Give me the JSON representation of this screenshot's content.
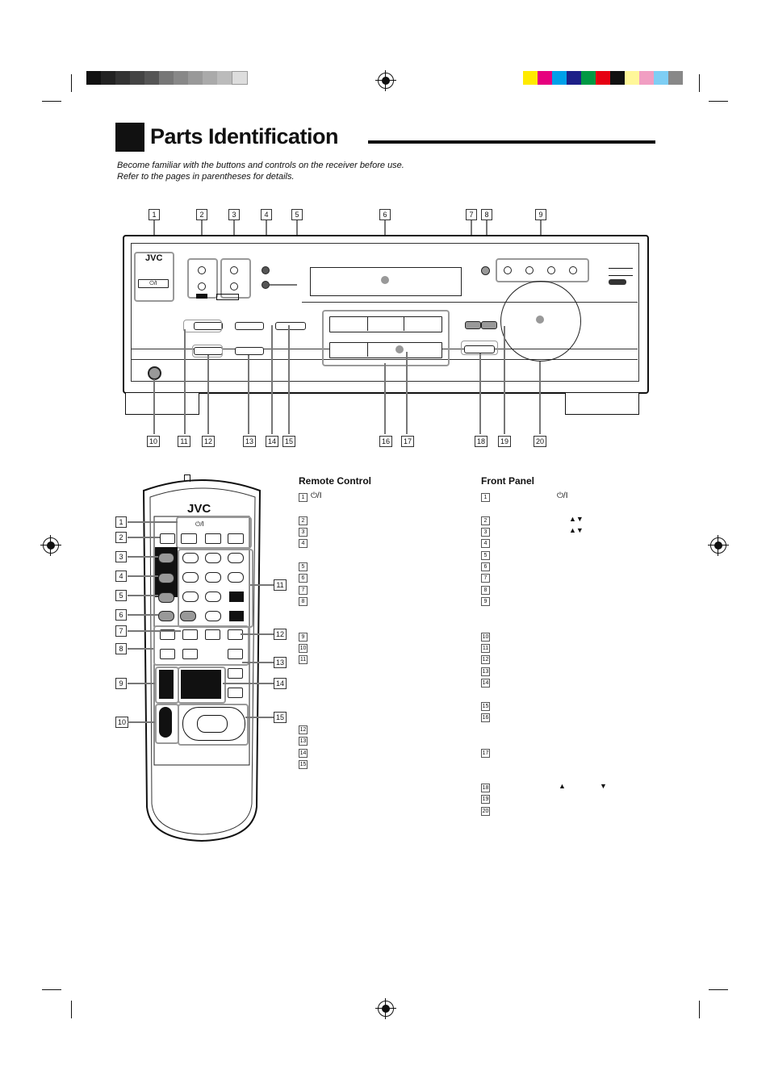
{
  "page": {
    "title": "Parts Identification",
    "intro_line1": "Become familiar with the buttons and controls on the receiver before use.",
    "intro_line2": "Refer to the pages in parentheses for details."
  },
  "device": {
    "brand": "JVC",
    "power_symbol": "⏻/I"
  },
  "callouts": [
    "1",
    "2",
    "3",
    "4",
    "5",
    "6",
    "7",
    "8",
    "9",
    "10",
    "11",
    "12",
    "13",
    "14",
    "15",
    "16",
    "17",
    "18",
    "19",
    "20"
  ],
  "remote_control": {
    "heading": "Remote Control",
    "items": [
      "1",
      "2",
      "3",
      "4",
      "5",
      "6",
      "7",
      "8",
      "9",
      "10",
      "11",
      "12",
      "13",
      "14",
      "15"
    ],
    "item1_symbol": "⏻/I"
  },
  "front_panel": {
    "heading": "Front Panel",
    "items": [
      "1",
      "2",
      "3",
      "4",
      "5",
      "6",
      "7",
      "8",
      "9",
      "10",
      "11",
      "12",
      "13",
      "14",
      "15",
      "16",
      "17",
      "18",
      "19",
      "20"
    ],
    "item1_symbol": "⏻/I",
    "item2_symbol": "▲▼",
    "item3_symbol": "▲▼",
    "item18_up": "▲",
    "item18_down": "▼"
  },
  "colors": {
    "gray_bar": [
      "#111111",
      "#222222",
      "#333333",
      "#444444",
      "#555555",
      "#777777",
      "#888888",
      "#999999",
      "#aaaaaa",
      "#bbbbbb",
      "#dddddd",
      "#f5f5f5"
    ],
    "color_bar": [
      "#ffea00",
      "#e6007e",
      "#00a0e9",
      "#1d2088",
      "#009944",
      "#e60012",
      "#111111",
      "#fff799",
      "#f19ec2",
      "#7ecef4",
      "#888888"
    ]
  }
}
